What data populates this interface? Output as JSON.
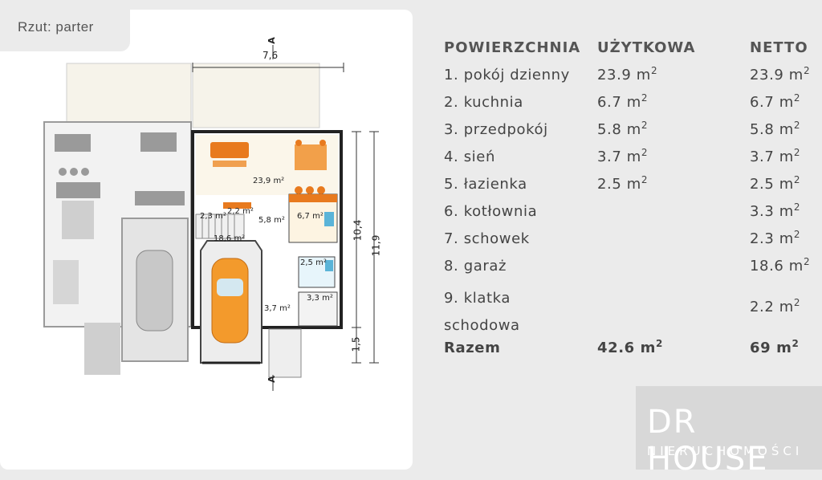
{
  "panel": {
    "title": "Rzut: parter"
  },
  "plan": {
    "section_mark": "A",
    "dims": {
      "width": "7,6",
      "depth_inner": "10,4",
      "depth_outer": "11,9",
      "porch": "1,5"
    },
    "rooms": [
      {
        "id": "r1",
        "label": "23,9 m²"
      },
      {
        "id": "r2",
        "label": "6,7 m²"
      },
      {
        "id": "r3",
        "label": "5,8 m²"
      },
      {
        "id": "r4",
        "label": "3,7 m²"
      },
      {
        "id": "r5",
        "label": "2,5 m²"
      },
      {
        "id": "r6",
        "label": "3,3 m²"
      },
      {
        "id": "r7",
        "label": "2,3 m²"
      },
      {
        "id": "r8",
        "label": "18,6 m²"
      },
      {
        "id": "r9",
        "label": "2,2 m²"
      }
    ]
  },
  "table": {
    "headers": [
      "POWIERZCHNIA",
      "UŻYTKOWA",
      "NETTO"
    ],
    "rows": [
      {
        "name": "1. pokój dzienny",
        "uzytkowa": "23.9 m",
        "netto": "23.9 m"
      },
      {
        "name": "2. kuchnia",
        "uzytkowa": "6.7 m",
        "netto": "6.7 m"
      },
      {
        "name": "3. przedpokój",
        "uzytkowa": "5.8 m",
        "netto": "5.8 m"
      },
      {
        "name": "4. sień",
        "uzytkowa": "3.7 m",
        "netto": "3.7 m"
      },
      {
        "name": "5. łazienka",
        "uzytkowa": "2.5 m",
        "netto": "2.5 m"
      },
      {
        "name": "6. kotłownia",
        "uzytkowa": "",
        "netto": "3.3 m"
      },
      {
        "name": "7. schowek",
        "uzytkowa": "",
        "netto": "2.3 m"
      },
      {
        "name": "8. garaż",
        "uzytkowa": "",
        "netto": "18.6 m"
      }
    ],
    "tall_row": {
      "name_line1": "9. klatka",
      "name_line2": "schodowa",
      "uzytkowa": "",
      "netto": "2.2 m"
    },
    "unit_sup": "2",
    "total": {
      "name": "Razem",
      "uzytkowa": "42.6 m",
      "netto": "69 m"
    }
  },
  "logo": {
    "main": "DR HOUSE",
    "sub": "NIERUCHOMOŚCI"
  },
  "colors": {
    "furniture": "#e87a1e",
    "tile": "#5ab4d8",
    "car": "#f39a2c",
    "wall": "#222222"
  }
}
